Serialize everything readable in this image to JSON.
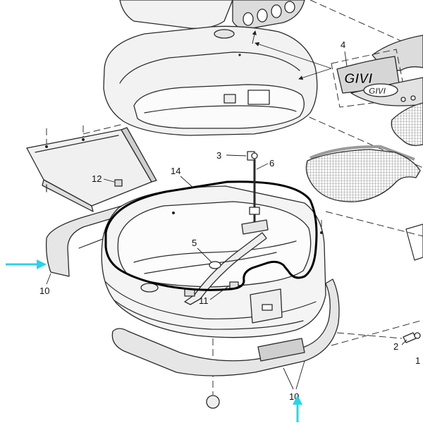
{
  "diagram": {
    "callouts": {
      "c4": "4",
      "c3": "3",
      "c6": "6",
      "c14": "14",
      "c12": "12",
      "c5": "5",
      "c11": "11",
      "c10_left": "10",
      "c10_bottom": "10",
      "c2": "2",
      "c1": "1"
    },
    "logo_text": "GIVI",
    "colors": {
      "line": "#2a2a2a",
      "arrow": "#2ad4e6",
      "part_fill": "#f2f2f2",
      "part_gray": "#dcdcdc"
    }
  }
}
